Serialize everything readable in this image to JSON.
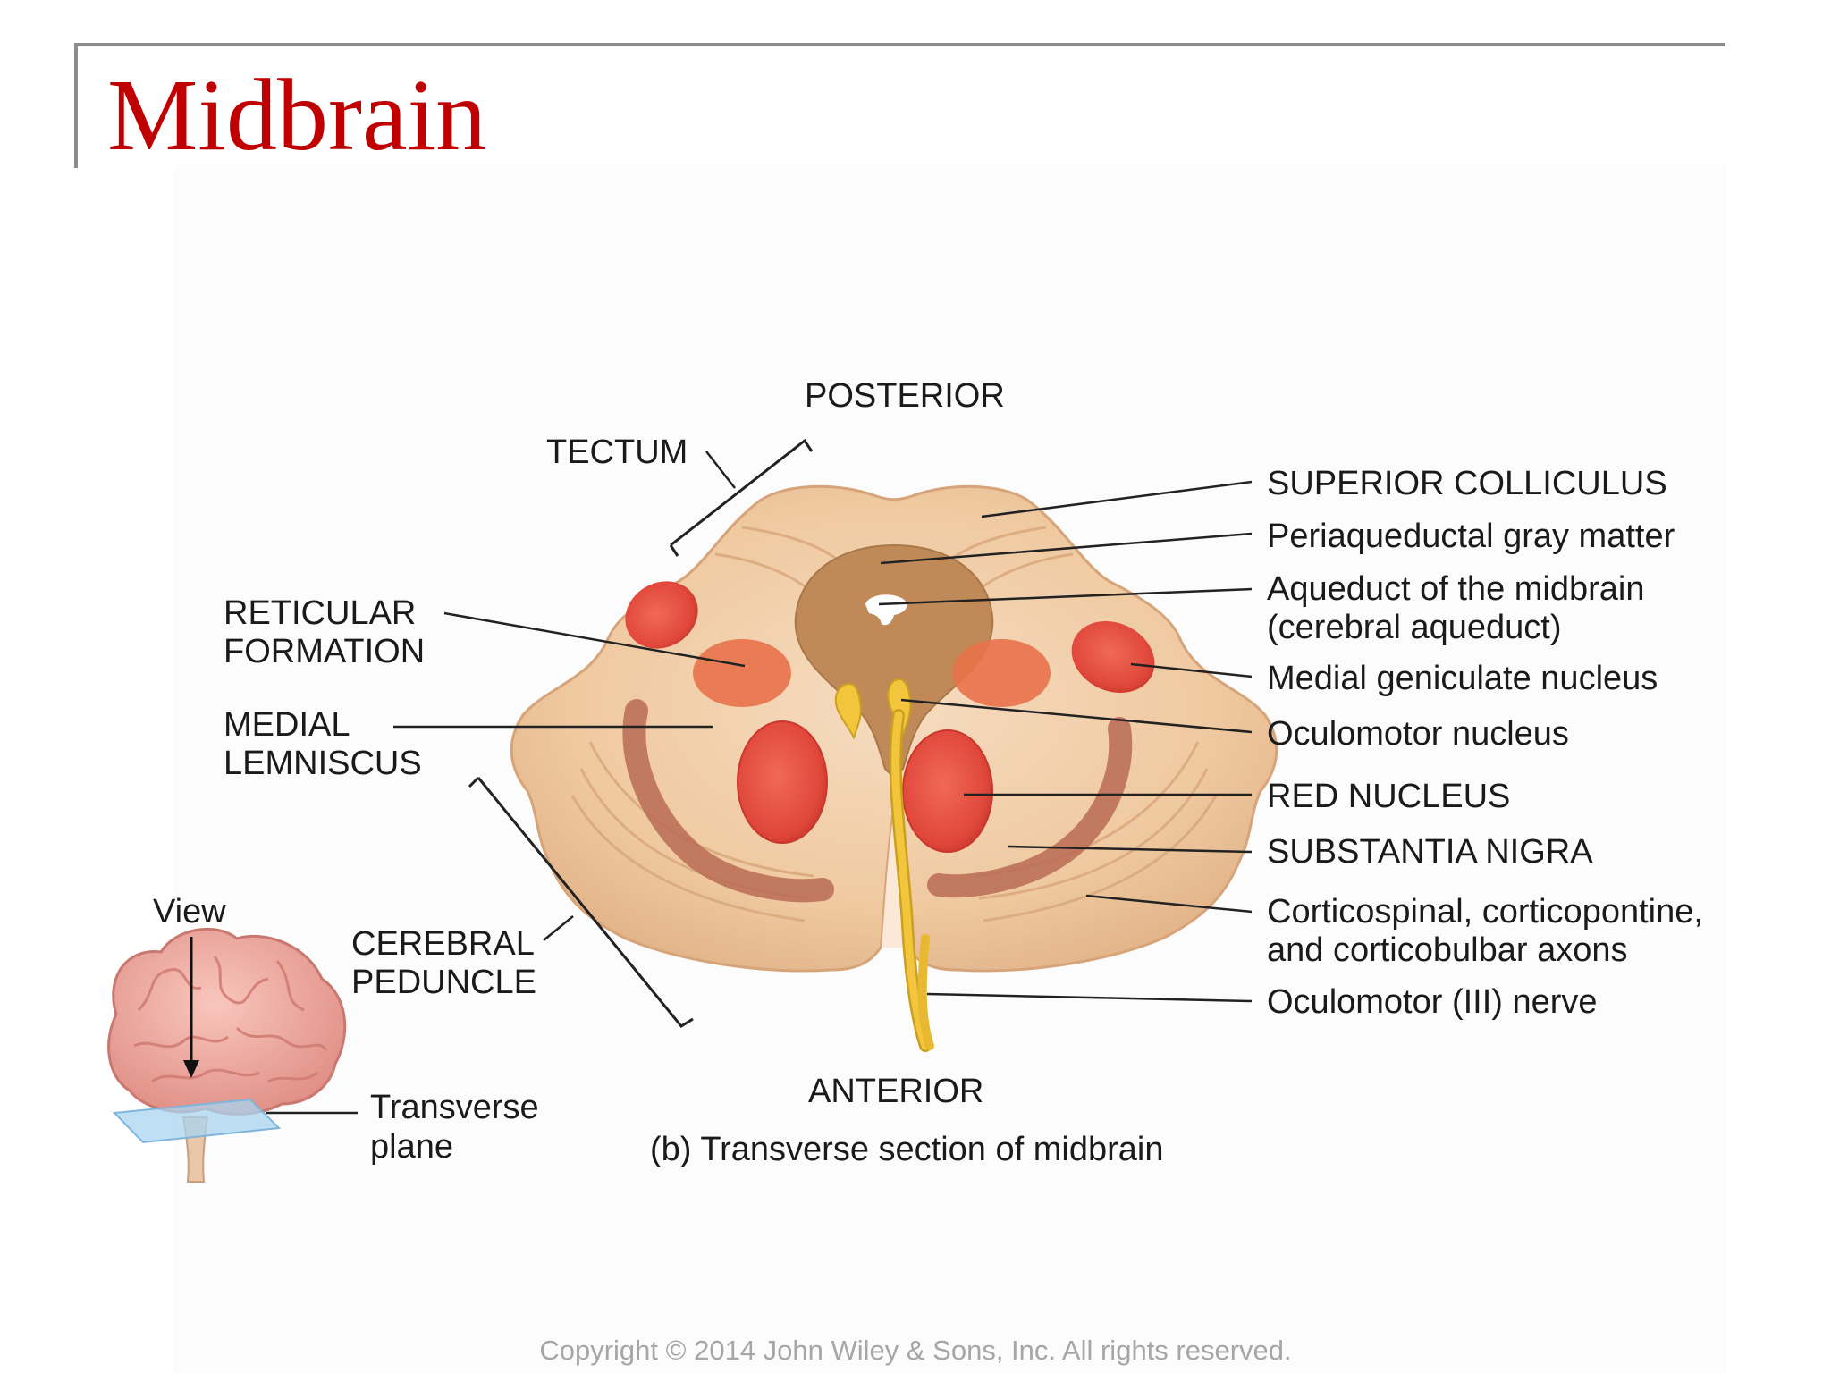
{
  "slide": {
    "title": "Midbrain",
    "copyright": "Copyright © 2014 John Wiley & Sons, Inc. All rights reserved."
  },
  "diagram": {
    "orientation": {
      "top": "POSTERIOR",
      "bottom": "ANTERIOR"
    },
    "caption": "(b) Transverse section of midbrain",
    "left_labels": {
      "tectum": "TECTUM",
      "reticular_formation": [
        "RETICULAR",
        "FORMATION"
      ],
      "medial_lemniscus": [
        "MEDIAL",
        "LEMNISCUS"
      ],
      "cerebral_peduncle": [
        "CEREBRAL",
        "PEDUNCLE"
      ]
    },
    "right_labels": {
      "superior_colliculus": "SUPERIOR COLLICULUS",
      "periaqueductal": "Periaqueductal gray matter",
      "aqueduct": [
        "Aqueduct of the midbrain",
        "(cerebral aqueduct)"
      ],
      "medial_geniculate": "Medial geniculate nucleus",
      "oculomotor_nucleus": "Oculomotor nucleus",
      "red_nucleus": "RED NUCLEUS",
      "substantia_nigra": "SUBSTANTIA NIGRA",
      "axons": [
        "Corticospinal, corticopontine,",
        "and corticobulbar axons"
      ],
      "oculomotor_nerve": "Oculomotor (III) nerve"
    },
    "inset": {
      "view_label": "View",
      "plane_label": [
        "Transverse",
        "plane"
      ]
    },
    "colors": {
      "title_red": "#c00000",
      "tissue": "#efc9a0",
      "tissue_dark": "#dca97c",
      "gray_matter": "#c08a58",
      "nucleus_red": "#e04b3a",
      "reticular_orange": "#e8724a",
      "substantia_nigra": "#b86b55",
      "nerve_yellow": "#f2c53d",
      "brain_pink": "#f0a9a0",
      "plane_blue": "#a8d4f0"
    }
  }
}
